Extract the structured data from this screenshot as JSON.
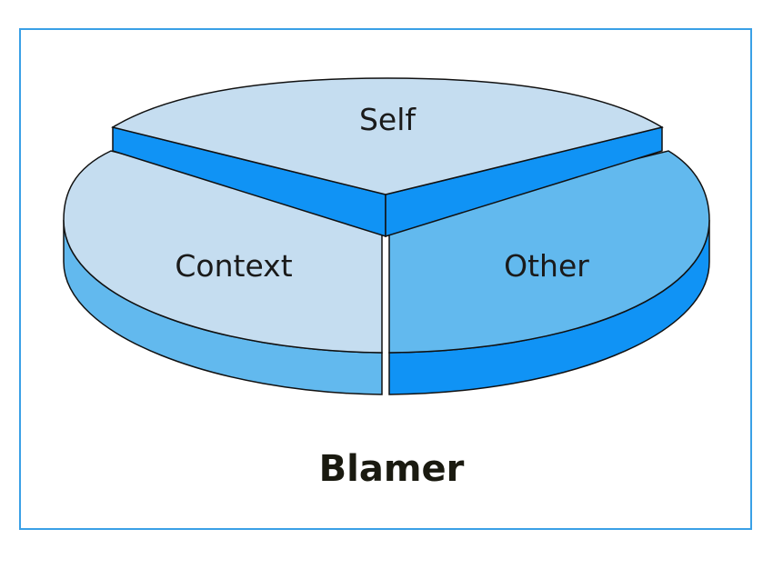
{
  "chart_data": {
    "type": "pie",
    "title": "Blamer",
    "slices": [
      {
        "label": "Self",
        "share": 0.3333
      },
      {
        "label": "Other",
        "share": 0.3333
      },
      {
        "label": "Context",
        "share": 0.3333
      }
    ],
    "exploded": true,
    "three_d": true,
    "colors": {
      "light_top": "#c5ddf0",
      "mid_top": "#62b9ee",
      "dark_side": "#1093f5",
      "frame": "#3aa0e6"
    }
  }
}
